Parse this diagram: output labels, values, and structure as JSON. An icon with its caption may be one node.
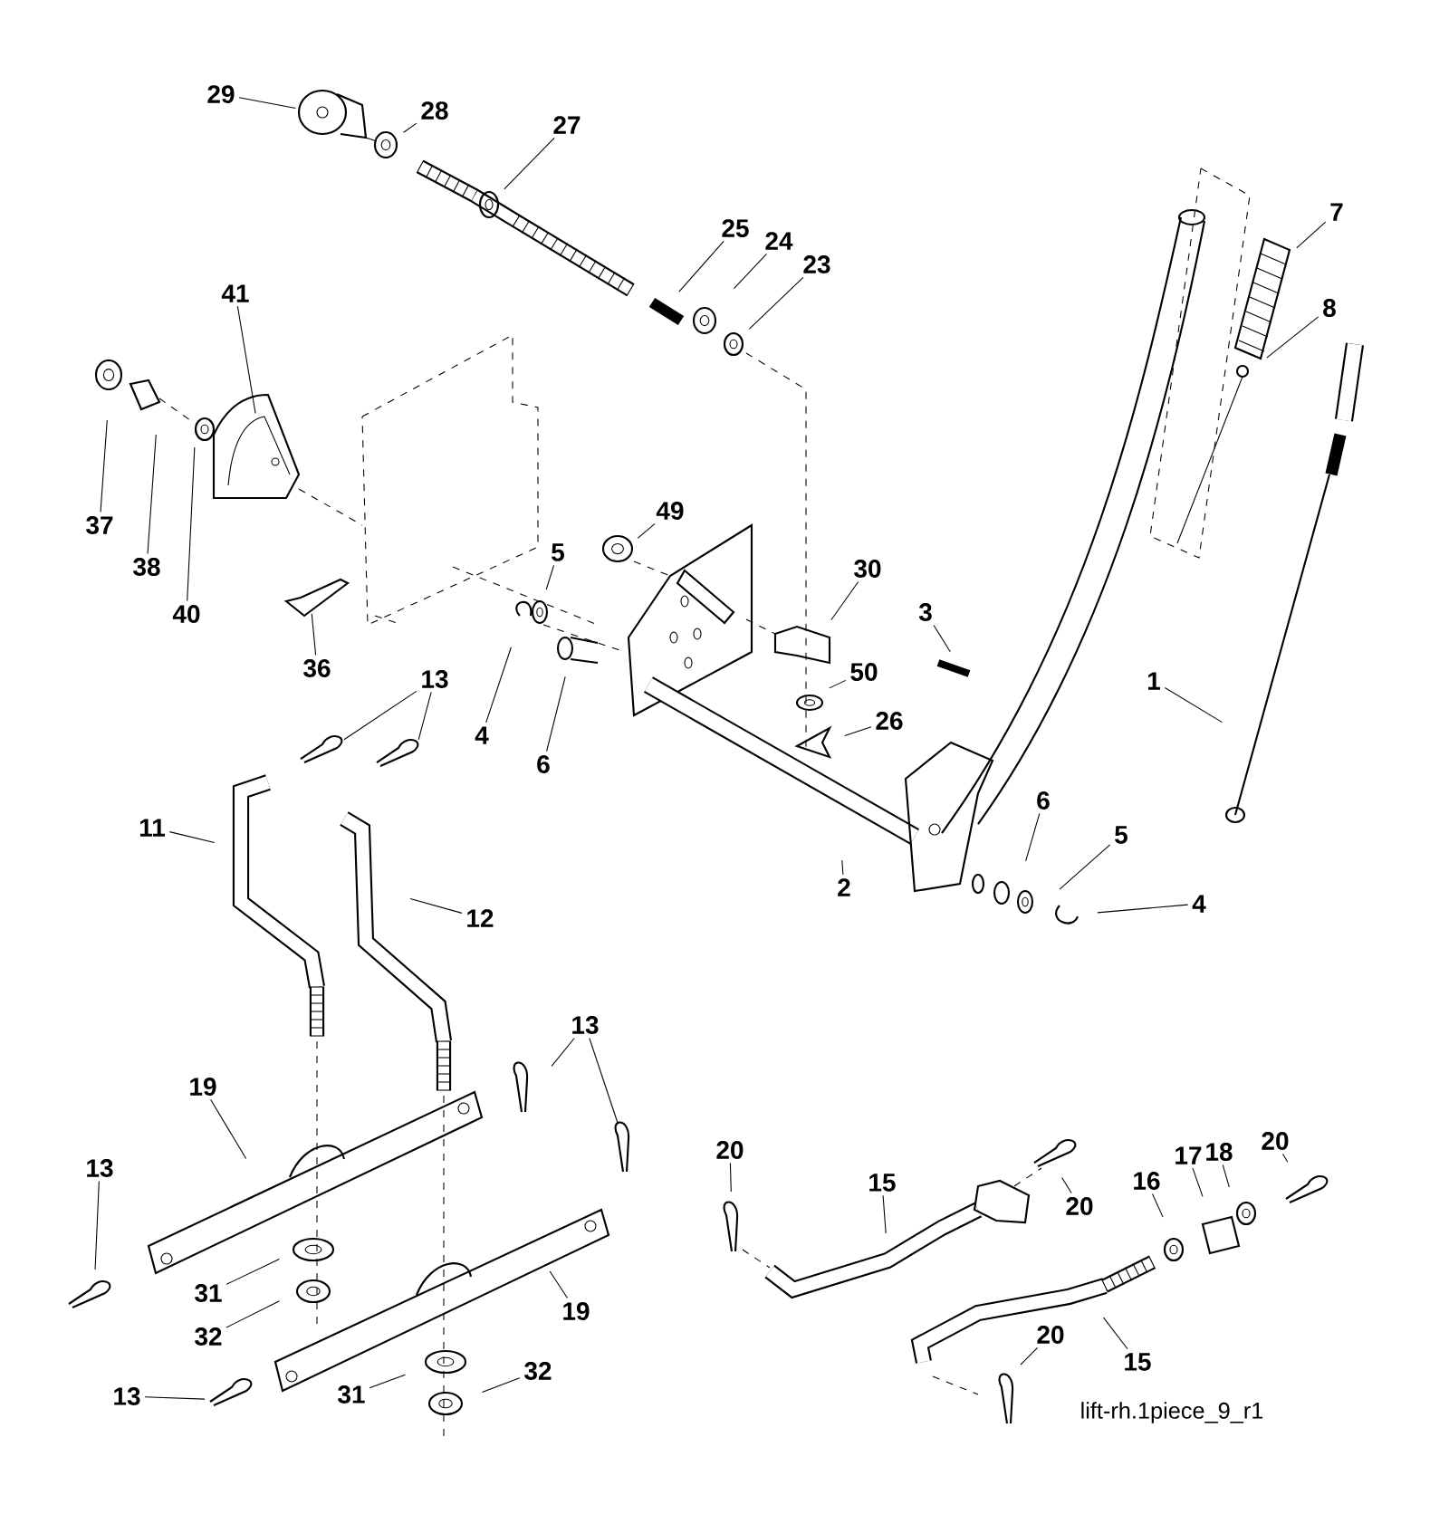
{
  "diagram": {
    "nodes": [
      {
        "text": [
          "29"
        ]
      },
      {
        "text": [
          "28"
        ]
      },
      {
        "text": [
          "27"
        ]
      },
      {
        "text": [
          "25"
        ]
      },
      {
        "text": [
          "24"
        ]
      },
      {
        "text": [
          "23"
        ]
      },
      {
        "text": [
          "41"
        ]
      },
      {
        "text": [
          "37"
        ]
      },
      {
        "text": [
          "38"
        ]
      },
      {
        "text": [
          "40"
        ]
      },
      {
        "text": [
          "36"
        ]
      },
      {
        "text": [
          "49"
        ]
      },
      {
        "text": [
          "5"
        ]
      },
      {
        "text": [
          "4"
        ]
      },
      {
        "text": [
          "6"
        ]
      },
      {
        "text": [
          "30"
        ]
      },
      {
        "text": [
          "3"
        ]
      },
      {
        "text": [
          "50"
        ]
      },
      {
        "text": [
          "26"
        ]
      },
      {
        "text": [
          "13"
        ]
      },
      {
        "text": [
          "11"
        ]
      },
      {
        "text": [
          "12"
        ]
      },
      {
        "text": [
          "2"
        ]
      },
      {
        "text": [
          "6"
        ]
      },
      {
        "text": [
          "5"
        ]
      },
      {
        "text": [
          "4"
        ]
      },
      {
        "text": [
          "1"
        ]
      },
      {
        "text": [
          "7"
        ]
      },
      {
        "text": [
          "8"
        ]
      },
      {
        "text": [
          "13"
        ]
      },
      {
        "text": [
          "19"
        ]
      },
      {
        "text": [
          "13"
        ]
      },
      {
        "text": [
          "31"
        ]
      },
      {
        "text": [
          "32"
        ]
      },
      {
        "text": [
          "19"
        ]
      },
      {
        "text": [
          "13"
        ]
      },
      {
        "text": [
          "31"
        ]
      },
      {
        "text": [
          "32"
        ]
      },
      {
        "text": [
          "20"
        ]
      },
      {
        "text": [
          "15"
        ]
      },
      {
        "text": [
          "20"
        ]
      },
      {
        "text": [
          "16"
        ]
      },
      {
        "text": [
          "17"
        ]
      },
      {
        "text": [
          "18"
        ]
      },
      {
        "text": [
          "20"
        ]
      },
      {
        "text": [
          "20"
        ]
      },
      {
        "text": [
          "15"
        ]
      }
    ],
    "edges": [
      {
        "from": 0,
        "to": null,
        "arrow": "none"
      },
      {
        "from": 1,
        "to": null,
        "arrow": "none"
      },
      {
        "from": 2,
        "to": null,
        "arrow": "none"
      },
      {
        "from": 3,
        "to": null,
        "arrow": "none"
      },
      {
        "from": 4,
        "to": null,
        "arrow": "none"
      },
      {
        "from": 5,
        "to": null,
        "arrow": "none"
      },
      {
        "from": 6,
        "to": null,
        "arrow": "none"
      },
      {
        "from": 7,
        "to": null,
        "arrow": "none"
      },
      {
        "from": 8,
        "to": null,
        "arrow": "none"
      },
      {
        "from": 9,
        "to": null,
        "arrow": "none"
      },
      {
        "from": 10,
        "to": null,
        "arrow": "none"
      },
      {
        "from": 11,
        "to": null,
        "arrow": "none"
      },
      {
        "from": 12,
        "to": null,
        "arrow": "none"
      },
      {
        "from": 13,
        "to": null,
        "arrow": "none"
      },
      {
        "from": 14,
        "to": null,
        "arrow": "none"
      },
      {
        "from": 15,
        "to": null,
        "arrow": "none"
      },
      {
        "from": 16,
        "to": null,
        "arrow": "none"
      },
      {
        "from": 17,
        "to": null,
        "arrow": "none"
      },
      {
        "from": 18,
        "to": null,
        "arrow": "none"
      },
      {
        "from": 19,
        "to": null,
        "arrow": "none"
      },
      {
        "from": 19,
        "to": null,
        "arrow": "none"
      },
      {
        "from": 20,
        "to": null,
        "arrow": "none"
      },
      {
        "from": 21,
        "to": null,
        "arrow": "none"
      },
      {
        "from": 22,
        "to": null,
        "arrow": "none"
      },
      {
        "from": 23,
        "to": null,
        "arrow": "none"
      },
      {
        "from": 24,
        "to": null,
        "arrow": "none"
      },
      {
        "from": 25,
        "to": null,
        "arrow": "none"
      },
      {
        "from": 26,
        "to": null,
        "arrow": "none"
      },
      {
        "from": 27,
        "to": null,
        "arrow": "none"
      },
      {
        "from": 28,
        "to": null,
        "arrow": "none"
      },
      {
        "from": 29,
        "to": null,
        "arrow": "none"
      },
      {
        "from": 29,
        "to": null,
        "arrow": "none"
      },
      {
        "from": 30,
        "to": null,
        "arrow": "none"
      },
      {
        "from": 31,
        "to": null,
        "arrow": "none"
      },
      {
        "from": 32,
        "to": null,
        "arrow": "none"
      },
      {
        "from": 33,
        "to": null,
        "arrow": "none"
      },
      {
        "from": 34,
        "to": null,
        "arrow": "none"
      },
      {
        "from": 35,
        "to": null,
        "arrow": "none"
      },
      {
        "from": 36,
        "to": null,
        "arrow": "none"
      },
      {
        "from": 37,
        "to": null,
        "arrow": "none"
      },
      {
        "from": 38,
        "to": null,
        "arrow": "none"
      },
      {
        "from": 39,
        "to": null,
        "arrow": "none"
      },
      {
        "from": 40,
        "to": null,
        "arrow": "none"
      },
      {
        "from": 41,
        "to": null,
        "arrow": "none"
      },
      {
        "from": 42,
        "to": null,
        "arrow": "none"
      },
      {
        "from": 43,
        "to": null,
        "arrow": "none"
      },
      {
        "from": 44,
        "to": null,
        "arrow": "none"
      },
      {
        "from": 45,
        "to": null,
        "arrow": "none"
      },
      {
        "from": 46,
        "to": null,
        "arrow": "none"
      }
    ],
    "labels": [
      "lift-rh.1piece_9_r1"
    ]
  }
}
